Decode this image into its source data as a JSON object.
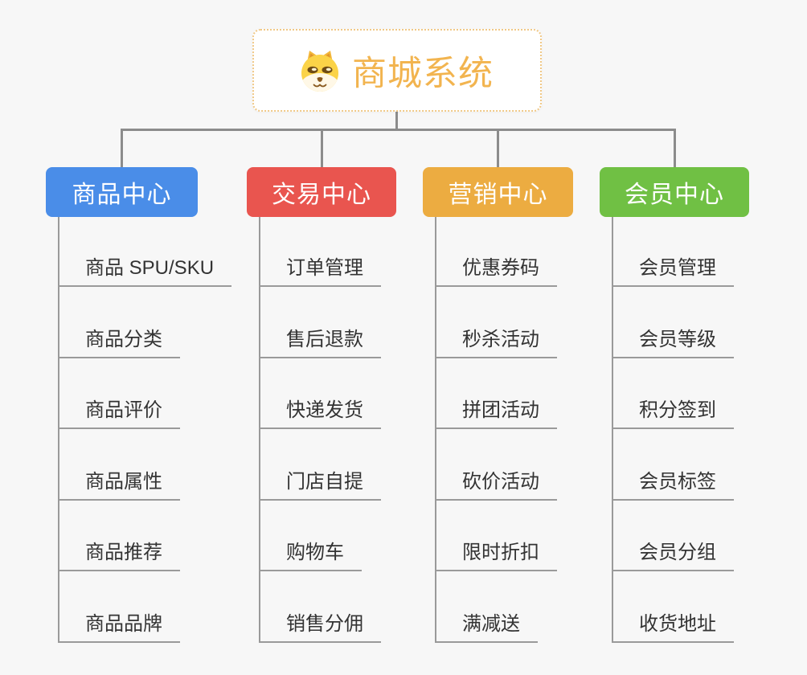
{
  "root": {
    "label": "商城系统",
    "icon": "dog-face-icon",
    "accent_color": "#F2B44F",
    "border_color": "#F0C886"
  },
  "connector_color": "#8C8C8C",
  "branches": [
    {
      "label": "商品中心",
      "color": "#4A8DE8",
      "children": [
        "商品 SPU/SKU",
        "商品分类",
        "商品评价",
        "商品属性",
        "商品推荐",
        "商品品牌"
      ]
    },
    {
      "label": "交易中心",
      "color": "#E9554F",
      "children": [
        "订单管理",
        "售后退款",
        "快递发货",
        "门店自提",
        "购物车",
        "销售分佣"
      ]
    },
    {
      "label": "营销中心",
      "color": "#ECAC41",
      "children": [
        "优惠券码",
        "秒杀活动",
        "拼团活动",
        "砍价活动",
        "限时折扣",
        "满减送"
      ]
    },
    {
      "label": "会员中心",
      "color": "#70C044",
      "children": [
        "会员管理",
        "会员等级",
        "积分签到",
        "会员标签",
        "会员分组",
        "收货地址"
      ]
    }
  ]
}
